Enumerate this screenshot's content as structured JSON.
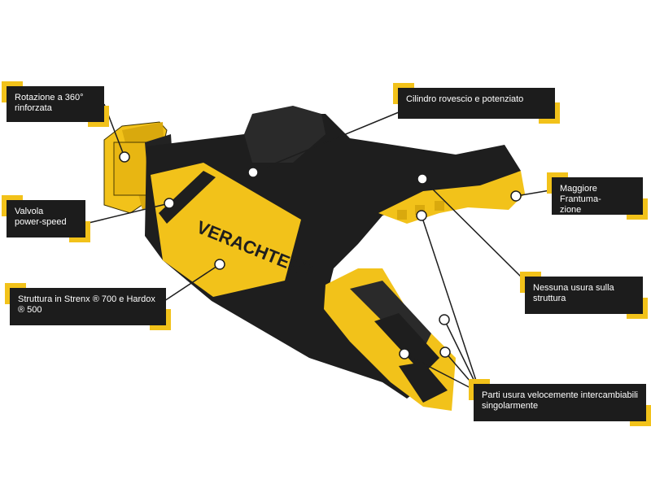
{
  "logo": {
    "text": "VERACHTERT"
  },
  "callouts": {
    "rotation": "Rotazione a 360°\nrinforzata",
    "cylinder": "Cilindro rovescio e potenziato",
    "valve": "Valvola\npower-speed",
    "crushing": "Maggiore Frantuma-\nzione",
    "no_wear": "Nessuna usura sulla\nstruttura",
    "structure": "Struttura in Strenx ® 700 e Hardox\n® 500",
    "parts": "Parti usura velocemente intercambiabili\nsingolarmente"
  },
  "colors": {
    "accent_yellow": "#f2c21a",
    "body_black": "#1e1e1e",
    "label_bg": "#1c1c1c"
  }
}
